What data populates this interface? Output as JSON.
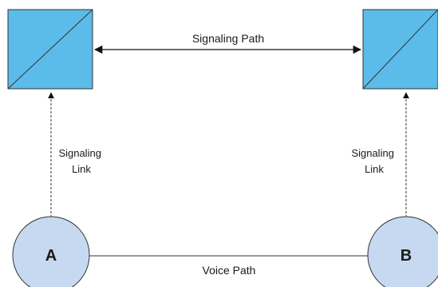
{
  "diagram": {
    "signaling_path_label": "Signaling Path",
    "voice_path_label": "Voice Path",
    "left_link_label": [
      "Signaling",
      "Link"
    ],
    "right_link_label": [
      "Signaling",
      "Link"
    ],
    "node_a_label": "A",
    "node_b_label": "B"
  },
  "colors": {
    "box_fill": "#5bbcea",
    "circle_fill": "#c6d9f0",
    "stroke": "#333333"
  }
}
